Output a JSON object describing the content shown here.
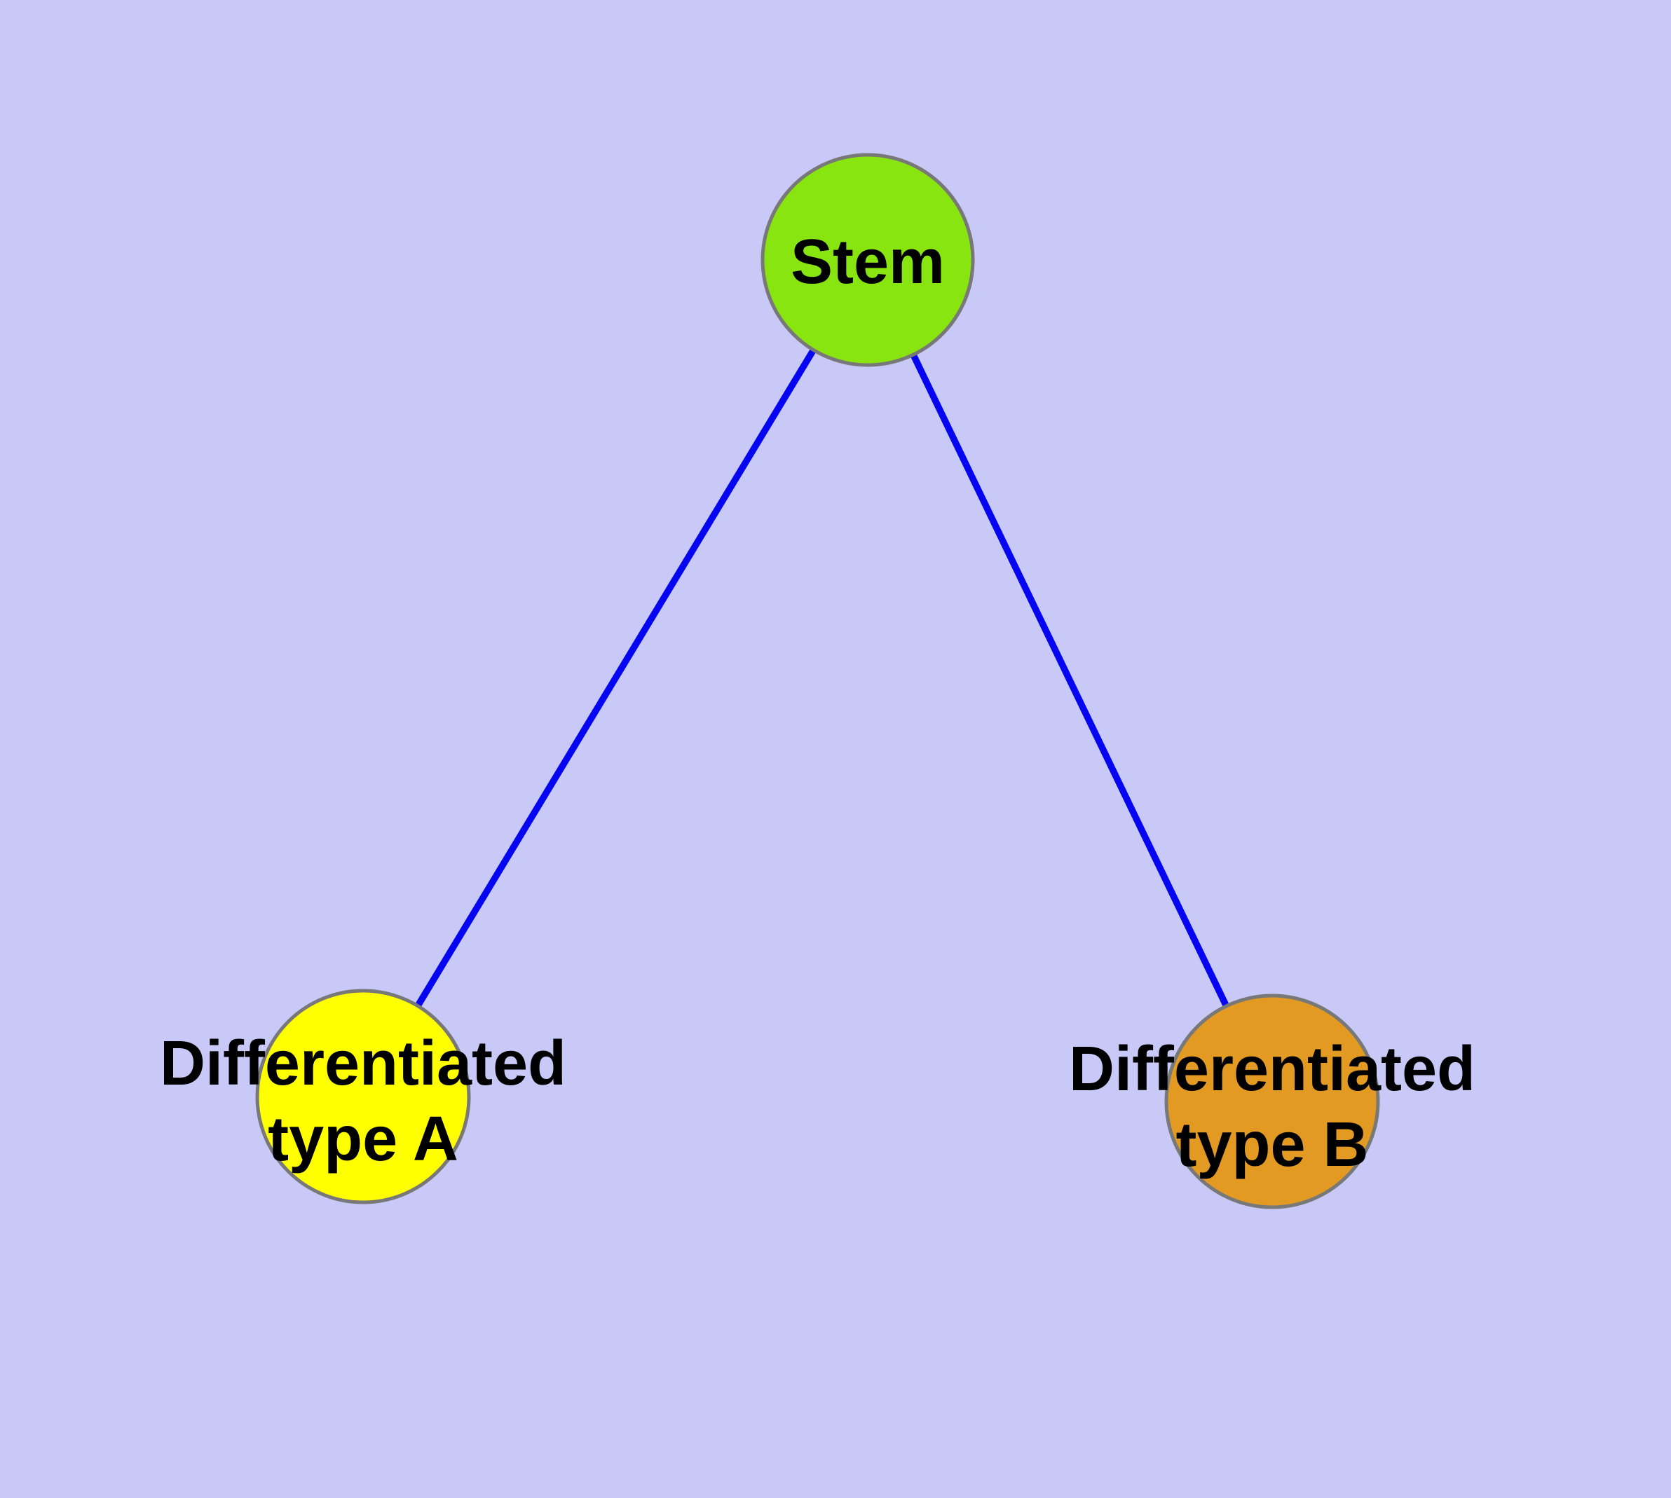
{
  "diagram": {
    "background_color": "#c9c9f8",
    "edge_color": "#0505f2",
    "node_border_color": "#787878",
    "label_text_color": "#000000",
    "nodes": [
      {
        "id": "stem",
        "label": "Stem",
        "label_lines": [
          "Stem"
        ],
        "fill_color": "#88e50f"
      },
      {
        "id": "differentiated-type-a",
        "label": "Differentiated type A",
        "label_lines": [
          "Differentiated",
          "type A"
        ],
        "fill_color": "#ffff00"
      },
      {
        "id": "differentiated-type-b",
        "label": "Differentiated type B",
        "label_lines": [
          "Differentiated",
          "type B"
        ],
        "fill_color": "#e29a22"
      }
    ],
    "edges": [
      {
        "from": "stem",
        "to": "differentiated-type-a"
      },
      {
        "from": "stem",
        "to": "differentiated-type-b"
      }
    ]
  }
}
